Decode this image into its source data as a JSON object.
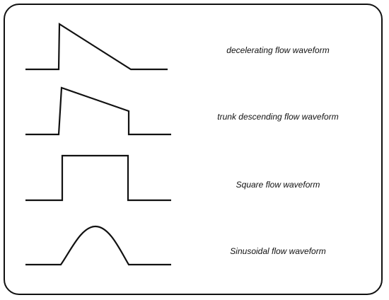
{
  "waveforms": [
    {
      "label": "decelerating flow waveform",
      "shape": "decelerating"
    },
    {
      "label": "trunk descending flow waveform",
      "shape": "trunk-descending"
    },
    {
      "label": "Square flow waveform",
      "shape": "square"
    },
    {
      "label": "Sinusoidal flow waveform",
      "shape": "sinusoidal"
    }
  ],
  "colors": {
    "stroke": "#111111",
    "background": "#ffffff"
  }
}
